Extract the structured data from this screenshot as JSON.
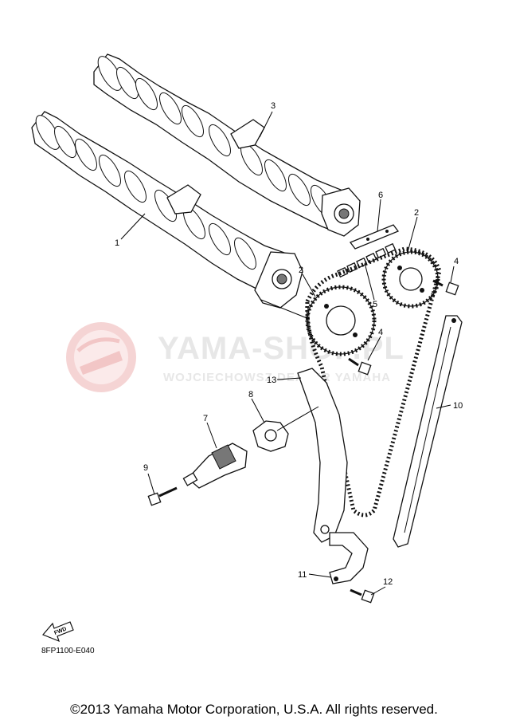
{
  "watermark": {
    "title": "YAMA-SHOP.PL",
    "subtitle": "WOJCIECHOWSZ DEALER YAMAHA"
  },
  "callouts": [
    {
      "id": "1",
      "label": "1"
    },
    {
      "id": "2a",
      "label": "2"
    },
    {
      "id": "2b",
      "label": "2"
    },
    {
      "id": "3",
      "label": "3"
    },
    {
      "id": "4a",
      "label": "4"
    },
    {
      "id": "4b",
      "label": "4"
    },
    {
      "id": "5",
      "label": "5"
    },
    {
      "id": "6",
      "label": "6"
    },
    {
      "id": "7",
      "label": "7"
    },
    {
      "id": "8",
      "label": "8"
    },
    {
      "id": "9",
      "label": "9"
    },
    {
      "id": "10",
      "label": "10"
    },
    {
      "id": "11",
      "label": "11"
    },
    {
      "id": "12",
      "label": "12"
    },
    {
      "id": "13",
      "label": "13"
    }
  ],
  "fwd_label": "FWD",
  "diagram_code": "8FP1100-E040",
  "copyright": "©2013 Yamaha Motor Corporation, U.S.A. All rights reserved.",
  "colors": {
    "watermark": "#e7e7e7",
    "watermark_logo": "#f2c6c6",
    "line": "#111111"
  }
}
